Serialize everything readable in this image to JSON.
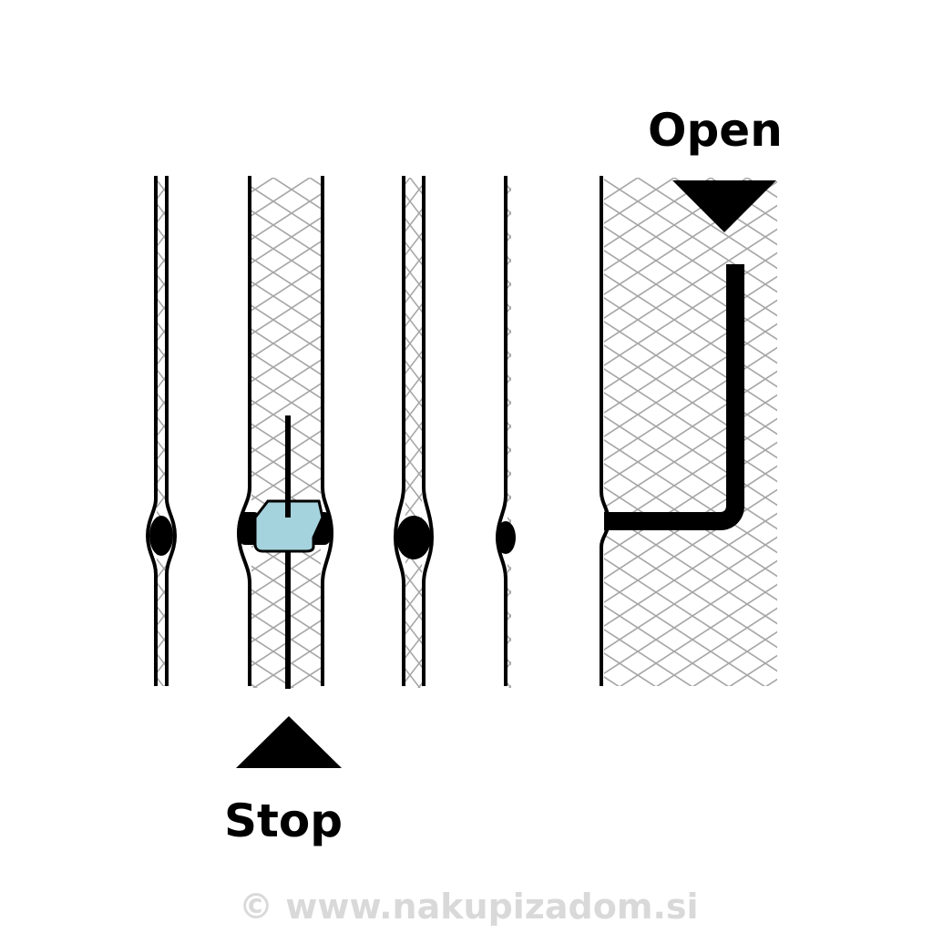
{
  "labels": {
    "open": "Open",
    "stop": "Stop"
  },
  "watermark": "© www.nakupizadom.si",
  "colors": {
    "ink": "#000000",
    "mesh": "#a6a6a6",
    "seal_fill": "#a5d3dd",
    "watermark": "#d9d9d9",
    "background": "#ffffff"
  },
  "stages": [
    {
      "id": "stage-1",
      "state": "crimped"
    },
    {
      "id": "stage-2",
      "state": "stop"
    },
    {
      "id": "stage-3",
      "state": "crimped"
    },
    {
      "id": "stage-4",
      "state": "crimped"
    },
    {
      "id": "stage-5",
      "state": "open"
    }
  ]
}
